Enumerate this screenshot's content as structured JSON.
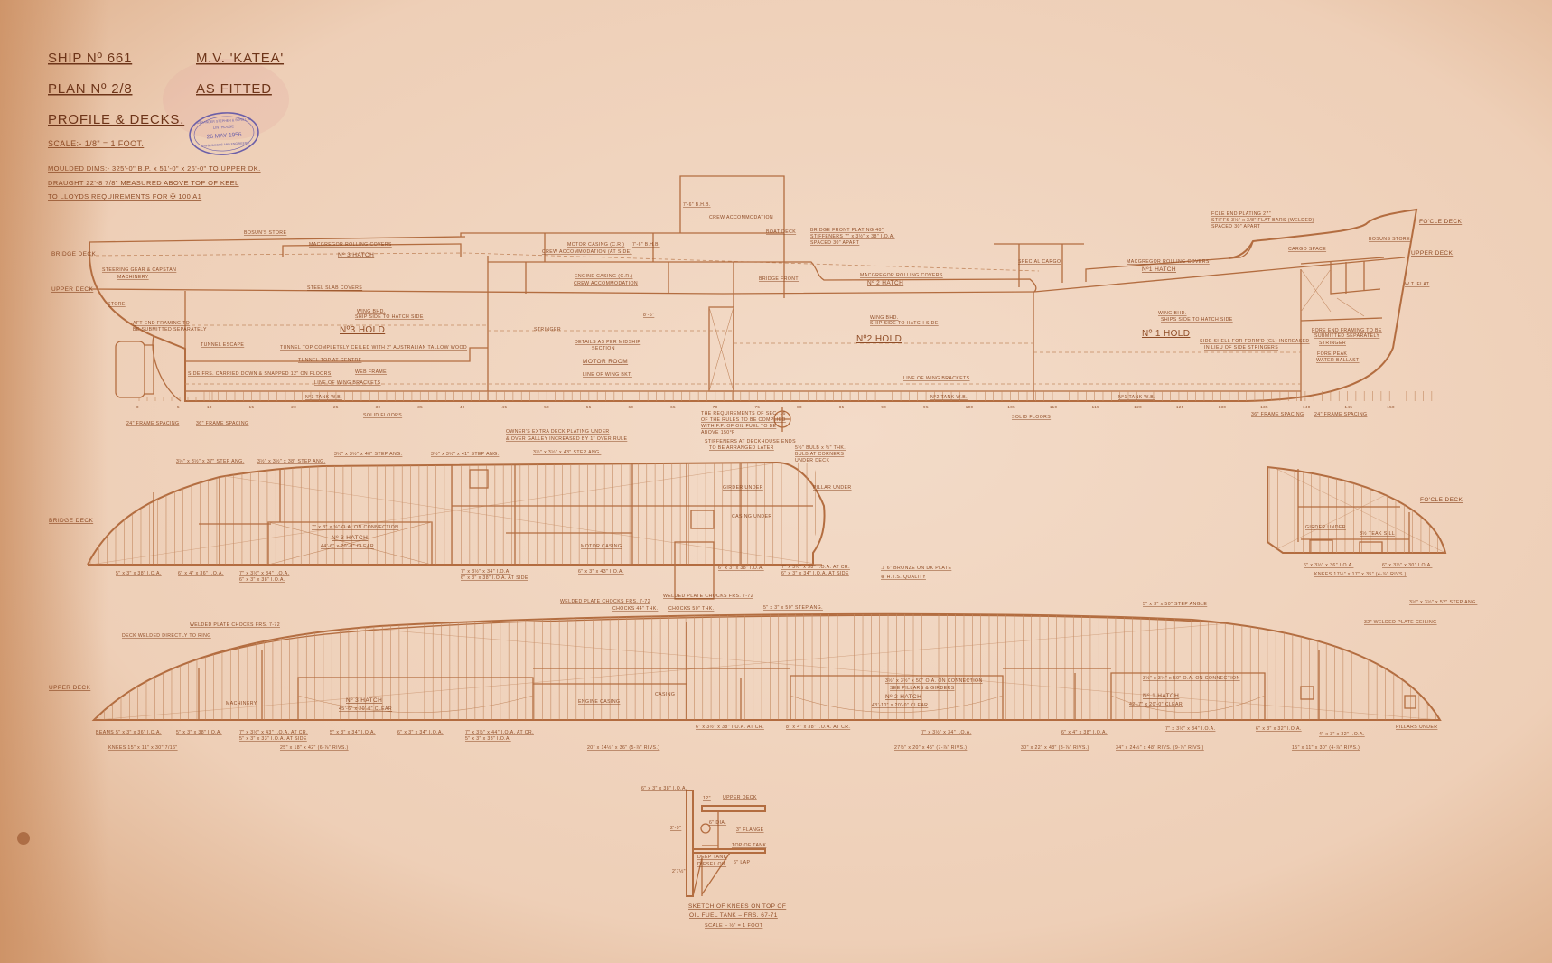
{
  "title_block": {
    "ship_no": "SHIP Nº 661",
    "plan_no": "PLAN Nº 2/8",
    "plan_title": "PROFILE & DECKS.",
    "vessel": "M.V. 'KATEA'",
    "status": "AS FITTED",
    "scale": "SCALE:- 1/8\" = 1 FOOT.",
    "notes": [
      "MOULDED DIMS:- 325'-0\" B.P. x 51'-0\" x 26'-0\" TO UPPER DK.",
      "DRAUGHT 22'-8 7/8\" MEASURED ABOVE TOP OF KEEL",
      "TO LLOYDS REQUIREMENTS FOR ✠ 100 A1"
    ]
  },
  "stamp": {
    "color": "#6b5fa8",
    "lines": [
      "ALEXANDER STEPHEN & SONS LTD",
      "LINTHOUSE",
      "26 MAY 1956",
      "SHIPBUILDERS AND ENGINEERS"
    ]
  },
  "colors": {
    "paper": "#efd3bd",
    "ink": "#b36d40",
    "text": "#8f4c26"
  },
  "profile": {
    "labels": [
      "BRIDGE DECK",
      "UPPER DECK",
      "STEERING GEAR & CAPSTAN",
      "MACHINERY",
      "STORE",
      "AFT END FRAMING TO",
      "BE SUBMITTED SEPARATELY",
      "TUNNEL ESCAPE",
      "STEEL SLAB COVERS",
      "MACGREGOR ROLLING COVERS",
      "Nº 3 HATCH",
      "Nº3 HOLD",
      "WING BHD.",
      "SHIP SIDE TO HATCH SIDE",
      "TUNNEL TOP COMPLETELY CEILED WITH 2\" AUSTRALIAN TALLOW WOOD",
      "TUNNEL TOP AT CENTRE",
      "WEB FRAME",
      "LINE OF WING BRACKETS",
      "Nº3 TANK W.B.",
      "SOLID FLOORS",
      "BOSUN'S STORE",
      "MOTOR CASING (C.R.)",
      "CREW ACCOMMODATION (AT SIDE)",
      "7'-6\" B.H.B.",
      "ENGINE CASING (C.R.)",
      "CREW ACCOMMODATION",
      "CREW ACCOMMODATION",
      "7'-6\" B.H.B.",
      "BOAT DECK",
      "BRIDGE FRONT PLATING 40\"",
      "STIFFENERS 7\" x 3½\" x 38\" I.O.A.",
      "SPACED 30\" APART",
      "BRIDGE FRONT",
      "MACGREGOR ROLLING COVERS",
      "Nº 2 HATCH",
      "8'-6\"",
      "STRINGER",
      "DETAILS AS PER MIDSHIP",
      "SECTION",
      "MOTOR ROOM",
      "LINE OF WING BKT.",
      "WING BHD.",
      "SHIP SIDE TO HATCH SIDE",
      "Nº2 HOLD",
      "LINE OF WING BRACKETS",
      "SPECIAL CARGO",
      "MACGREGOR ROLLING COVERS",
      "Nº1 HATCH",
      "FCLE END PLATING 27\"",
      "STIFFS 3½\" x 3/8\" FLAT BARS (WELDED)",
      "SPACED 30\" APART",
      "CARGO SPACE",
      "BOSUNS STORE",
      "FO'CLE DECK",
      "UPPER DECK",
      "W.T. FLAT",
      "WING BHD.",
      "SHIPS SIDE TO HATCH SIDE",
      "Nº 1 HOLD",
      "SIDE SHELL FOR FORM'D (GL) INCREASED",
      "IN LIEU OF SIDE STRINGERS",
      "FORE END FRAMING TO BE",
      "SUBMITTED SEPARATELY",
      "STRINGER",
      "FORE PEAK",
      "WATER BALLAST",
      "Nº1 TANK W.B.",
      "36\" FRAME SPACING",
      "24\" FRAME SPACING",
      "24\" FRAME SPACING",
      "36\" FRAME SPACING",
      "THE REQUIREMENTS OF SEC. 16",
      "OF THE RULES TO BE COMPLIED",
      "WITH F.P. OF OIL FUEL TO BE",
      "ABOVE 150°F",
      "STIFFENERS AT DECKHOUSE ENDS",
      "TO BE ARRANGED LATER",
      "OWNER'S EXTRA DECK PLATING UNDER",
      "& OVER GALLEY INCREASED BY 1\" OVER RULE",
      "SIDE FRS. CARRIED DOWN & SNAPPED 12\" ON FLOORS",
      "Nº2 TANK W.B.",
      "SOLID FLOORS"
    ],
    "frame_numbers": [
      "0",
      "5",
      "10",
      "15",
      "20",
      "25",
      "30",
      "35",
      "40",
      "45",
      "50",
      "55",
      "60",
      "65",
      "70",
      "75",
      "80",
      "85",
      "90",
      "95",
      "100",
      "105",
      "110",
      "115",
      "120",
      "125",
      "130",
      "135",
      "140",
      "145",
      "150"
    ]
  },
  "bridge_deck": {
    "labels": [
      "BRIDGE DECK",
      "Nº 3 HATCH",
      "44'-6\" x 20'-0\" CLEAR",
      "7\" x 3\" x ⅜\" O.A. ON CONNECTION",
      "3½\" x 3½\" x 37\" STEP ANG.",
      "3½\" x 3½\" x 38\" STEP ANG.",
      "3½\" x 3½\" x 40\" STEP ANG.",
      "3½\" x 3½\" x 41\" STEP ANG.",
      "3½\" x 3½\" x 43\" STEP ANG.",
      "5\" x 3\" x 38\" I.O.A.",
      "6\" x 4\" x 36\" I.O.A.",
      "7\" x 3½\" x 34\" I.O.A.",
      "6\" x 3\" x 38\" I.O.A.",
      "7\" x 3½\" x 34\" I.O.A.",
      "6\" x 3\" x 38\" I.O.A. AT SIDE",
      "6\" x 3\" x 43\" I.O.A.",
      "MOTOR CASING",
      "6\" x 3\" x 38\" I.O.A.",
      "7\" x 3½\" x 38\" I.O.A. AT CR.",
      "6\" x 3\" x 34\" I.O.A. AT SIDE",
      "GIRDER UNDER",
      "PILLAR UNDER",
      "CASING UNDER",
      "5½\" BULB x ½\" THK.",
      "BULB AT CORNERS",
      "UNDER DECK",
      "⊥ 6\" BRONZE ON DK PLATE",
      "⊕ H.T.S. QUALITY",
      "WELDED PLATE CHOCKS FRS. 7-72"
    ]
  },
  "fcle_deck": {
    "labels": [
      "FO'CLE DECK",
      "6\" x 3½\" x 36\" I.O.A.",
      "6\" x 3½\" x 30\" I.O.A.",
      "KNEES 17½\" x 17\" x 35\" (4-⅞\" RIVS.)",
      "GIRDER UNDER",
      "3½ TEAK SILL"
    ]
  },
  "upper_deck": {
    "labels": [
      "UPPER DECK",
      "WELDED PLATE CHOCKS FRS. 7-72",
      "DECK WELDED DIRECTLY TO RING",
      "Nº 3 HATCH",
      "45'-6\" x 20'-0\" CLEAR",
      "ENGINE CASING",
      "Nº 2 HATCH",
      "43'-10\" x 20'-0\" CLEAR",
      "Nº 1 HATCH",
      "42'-7\" x 20'-0\" CLEAR",
      "3½\" x 3½\" x 50\" O.A. ON CONNECTION",
      "SEE PILLARS & GIRDERS",
      "3½\" x 3½\" x 50\" O.A. ON CONNECTION",
      "WELDED PLATE CHOCKS FRS. 7-72",
      "CHOCKS 44\" THK.",
      "CHOCKS 50\" THK.",
      "5\" x 3\" x 50\" STEP ANG.",
      "5\" x 3\" x 50\" STEP ANGLE",
      "3½\" x 3½\" x 52\" STEP ANG.",
      "32\" WELDED PLATE CEILING",
      "BEAMS 5\" x 3\" x 36\" I.O.A.",
      "5\" x 3\" x 38\" I.O.A.",
      "7\" x 3½\" x 43\" I.O.A. AT CR.",
      "5\" x 3\" x 33\" I.O.A. AT SIDE",
      "5\" x 3\" x 34\" I.O.A.",
      "6\" x 3\" x 34\" I.O.A.",
      "7\" x 3½\" x 44\" I.O.A. AT CR.",
      "5\" x 3\" x 38\" I.O.A.",
      "6\" x 3½\" x 38\" I.O.A. AT CR.",
      "8\" x 4\" x 38\" I.O.A. AT CR.",
      "7\" x 3½\" x 34\" I.O.A.",
      "7\" x 3½\" x 34\" I.O.A.",
      "6\" x 4\" x 38\" I.O.A.",
      "6\" x 3\" x 32\" I.O.A.",
      "4\" x 3\" x 32\" I.O.A.",
      "PILLARS UNDER",
      "KNEES 15\" x 11\" x 30\" 7/16\"",
      "25\" x 18\" x 42\" (6-⅞\" RIVS.)",
      "20\" x 14½\" x 36\" (5-⅞\" RIVS.)",
      "27½\" x 20\" x 45\" (7-⅞\" RIVS.)",
      "30\" x 22\" x 48\" (8-⅞\" RIVS.)",
      "34\" x 24½\" x 48\" RIVS. (9-⅞\" RIVS.)",
      "15\" x 11\" x 30\" (4-⅞\" RIVS.)",
      "CASING",
      "MACHINERY"
    ]
  },
  "knee_sketch": {
    "labels": [
      "6\" x 3\" x 38\" I.O.A.",
      "12\"",
      "UPPER DECK",
      "2'-9\"",
      "6\" DIA.",
      "3\" FLANGE",
      "TOP OF TANK",
      "DEEP TANK",
      "DIESEL OIL",
      "6\" LAP",
      "2'7½\""
    ],
    "caption": [
      "SKETCH OF KNEES ON TOP OF",
      "OIL FUEL TANK – FRS. 67-71",
      "SCALE – ½\" = 1 FOOT"
    ]
  }
}
